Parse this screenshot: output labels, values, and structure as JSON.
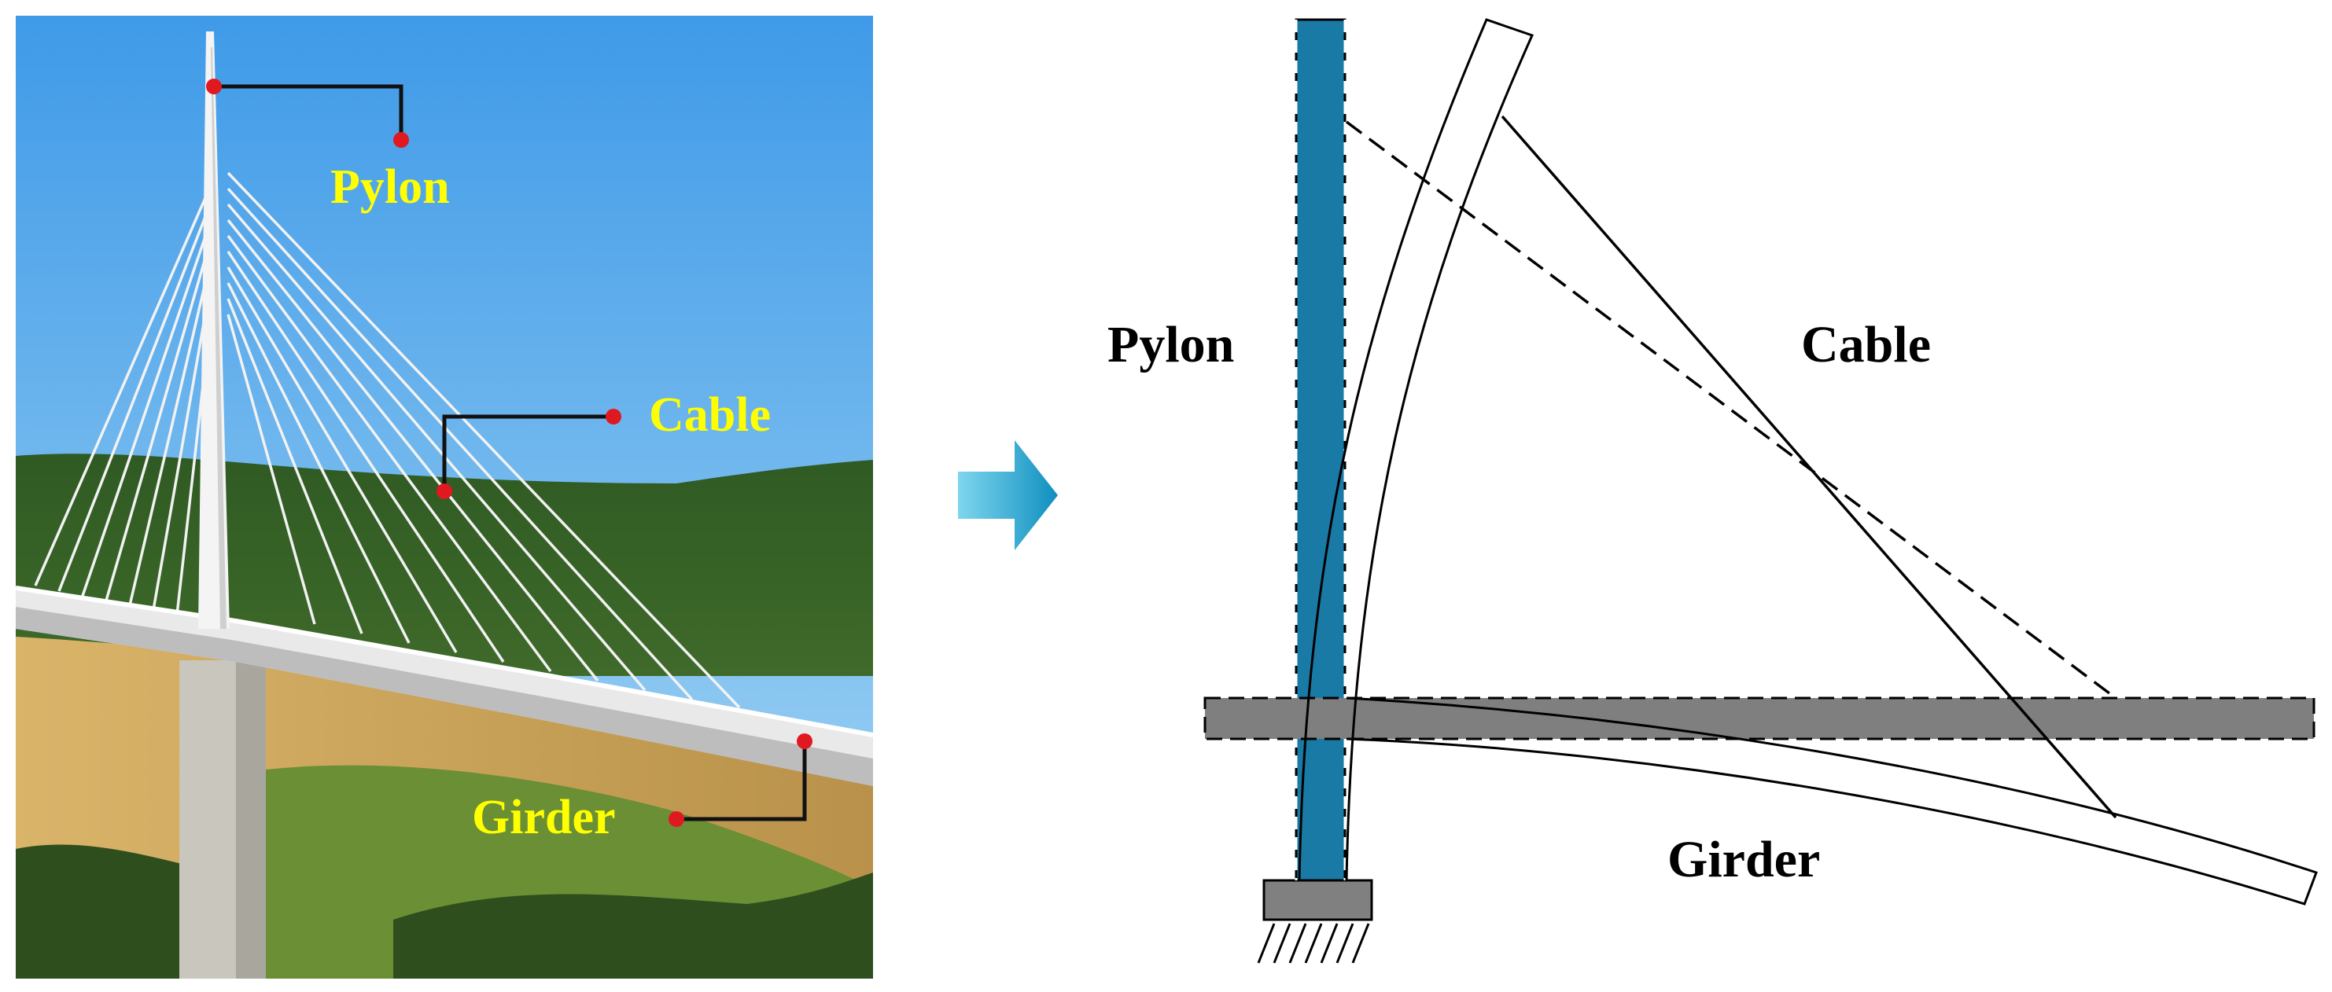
{
  "photo": {
    "labels": {
      "pylon": "Pylon",
      "cable": "Cable",
      "girder": "Girder"
    },
    "colors": {
      "sky_top": "#3f9ae8",
      "sky_bottom": "#9dd3f5",
      "hills": "#2f5a23",
      "field": "#cfa65a",
      "label_text": "#ffff00",
      "marker": "#e01820"
    }
  },
  "arrow": {
    "icon": "right-arrow-icon",
    "color": "#1fa3c9"
  },
  "diagram": {
    "labels": {
      "pylon": "Pylon",
      "cable": "Cable",
      "girder": "Girder"
    },
    "colors": {
      "pylon_fill": "#1a7aa6",
      "girder_fill": "#7f7f7f",
      "base_fill": "#808080",
      "line": "#000000"
    }
  }
}
